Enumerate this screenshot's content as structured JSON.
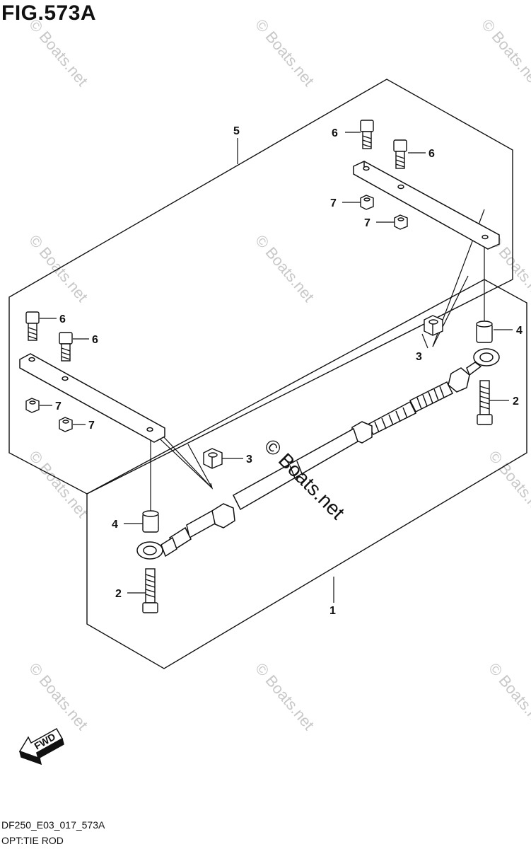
{
  "figure": {
    "title": "FIG.573A",
    "code": "DF250_E03_017_573A",
    "name": "OPT:TIE ROD"
  },
  "watermark": {
    "main": "© Boats.net",
    "faint": "© Boats.net"
  },
  "fwd_label": "FWD",
  "callouts": {
    "c1": "1",
    "c2a": "2",
    "c2b": "2",
    "c3a": "3",
    "c3b": "3",
    "c4a": "4",
    "c4b": "4",
    "c5": "5",
    "c6a": "6",
    "c6b": "6",
    "c6c": "6",
    "c6d": "6",
    "c7a": "7",
    "c7b": "7",
    "c7c": "7",
    "c7d": "7"
  },
  "colors": {
    "line": "#111111",
    "watermark": "#c8c8c8"
  }
}
